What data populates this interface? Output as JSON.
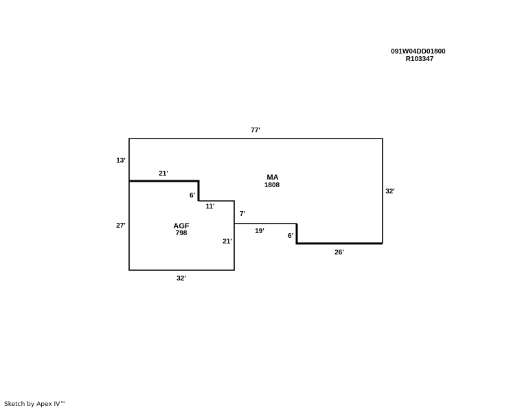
{
  "parcel": {
    "map_number": "091W04DD01800",
    "account": "R103347"
  },
  "areas": {
    "main": {
      "code": "MA",
      "sqft": "1808"
    },
    "garage": {
      "code": "AGF",
      "sqft": "798"
    }
  },
  "dimensions": {
    "top": "77'",
    "left_upper": "13'",
    "left_lower": "27'",
    "right": "32'",
    "bottom_right": "26'",
    "step_down": "6'",
    "step_horizontal": "19'",
    "garage_step_width": "21'",
    "garage_step_down": "6'",
    "garage_step_over": "11'",
    "inner_rise": "7'",
    "garage_right": "21'",
    "garage_bottom": "32'"
  },
  "footer": {
    "credit": "Sketch by Apex IV™"
  },
  "colors": {
    "line": "#000000",
    "background": "#ffffff"
  }
}
